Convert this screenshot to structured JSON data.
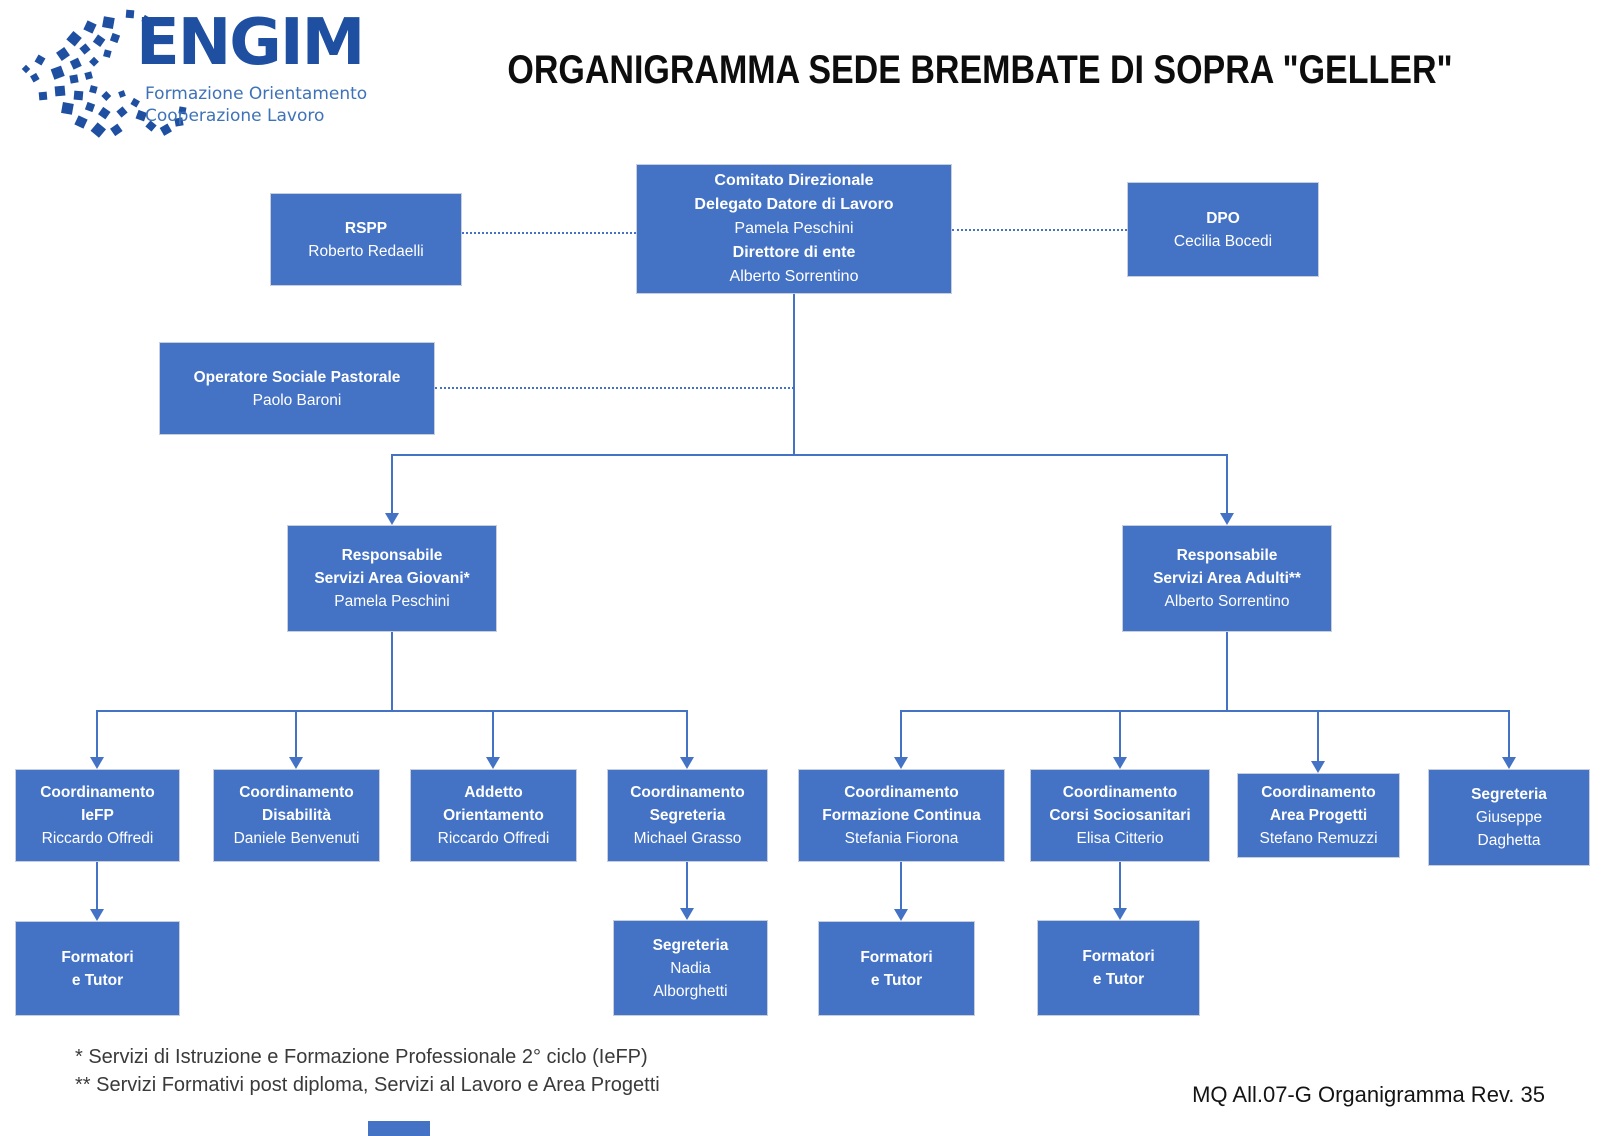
{
  "logo": {
    "name": "ENGIM",
    "tagline_line1": "Formazione Orientamento",
    "tagline_line2": "Cooperazione Lavoro"
  },
  "title": "ORGANIGRAMMA SEDE BREMBATE DI SOPRA \"GELLER\"",
  "colors": {
    "box_fill": "#4472C4",
    "connector": "#4472C4",
    "logo_dark_blue": "#1E4FA1",
    "logo_medium_blue": "#3E72B8"
  },
  "boxes": {
    "comitato": {
      "lines": [
        {
          "text": "Comitato Direzionale",
          "bold": true
        },
        {
          "text": "Delegato Datore di Lavoro",
          "bold": true
        },
        {
          "text": "Pamela Peschini",
          "bold": false
        },
        {
          "text": "Direttore di ente",
          "bold": true
        },
        {
          "text": "Alberto Sorrentino",
          "bold": false
        }
      ]
    },
    "rspp": {
      "lines": [
        {
          "text": "RSPP",
          "bold": true
        },
        {
          "text": "Roberto Redaelli",
          "bold": false
        }
      ]
    },
    "dpo": {
      "lines": [
        {
          "text": "DPO",
          "bold": true
        },
        {
          "text": "Cecilia Bocedi",
          "bold": false
        }
      ]
    },
    "operatore": {
      "lines": [
        {
          "text": "Operatore Sociale Pastorale",
          "bold": true
        },
        {
          "text": "Paolo Baroni",
          "bold": false
        }
      ]
    },
    "resp_giovani": {
      "lines": [
        {
          "text": "Responsabile",
          "bold": true
        },
        {
          "text": "Servizi Area Giovani*",
          "bold": true
        },
        {
          "text": "Pamela Peschini",
          "bold": false
        }
      ]
    },
    "resp_adulti": {
      "lines": [
        {
          "text": "Responsabile",
          "bold": true
        },
        {
          "text": "Servizi Area Adulti**",
          "bold": true
        },
        {
          "text": "Alberto Sorrentino",
          "bold": false
        }
      ]
    },
    "iefp": {
      "lines": [
        {
          "text": "Coordinamento",
          "bold": true
        },
        {
          "text": "IeFP",
          "bold": true
        },
        {
          "text": "Riccardo Offredi",
          "bold": false
        }
      ]
    },
    "disabilita": {
      "lines": [
        {
          "text": "Coordinamento",
          "bold": true
        },
        {
          "text": "Disabilità",
          "bold": true
        },
        {
          "text": "Daniele Benvenuti",
          "bold": false
        }
      ]
    },
    "orientamento": {
      "lines": [
        {
          "text": "Addetto",
          "bold": true
        },
        {
          "text": "Orientamento",
          "bold": true
        },
        {
          "text": "Riccardo Offredi",
          "bold": false
        }
      ]
    },
    "segreteria_g": {
      "lines": [
        {
          "text": "Coordinamento",
          "bold": true
        },
        {
          "text": "Segreteria",
          "bold": true
        },
        {
          "text": "Michael Grasso",
          "bold": false
        }
      ]
    },
    "form_continua": {
      "lines": [
        {
          "text": "Coordinamento",
          "bold": true
        },
        {
          "text": "Formazione Continua",
          "bold": true
        },
        {
          "text": "Stefania Fiorona",
          "bold": false
        }
      ]
    },
    "sociosanitari": {
      "lines": [
        {
          "text": "Coordinamento",
          "bold": true
        },
        {
          "text": "Corsi  Sociosanitari",
          "bold": true
        },
        {
          "text": "Elisa Citterio",
          "bold": false
        }
      ]
    },
    "area_progetti": {
      "lines": [
        {
          "text": "Coordinamento",
          "bold": true
        },
        {
          "text": "Area Progetti",
          "bold": true
        },
        {
          "text": "Stefano Remuzzi",
          "bold": false
        }
      ]
    },
    "segreteria_a": {
      "lines": [
        {
          "text": "Segreteria",
          "bold": true
        },
        {
          "text": "Giuseppe",
          "bold": false
        },
        {
          "text": "Daghetta",
          "bold": false
        }
      ]
    },
    "formatori1": {
      "lines": [
        {
          "text": "Formatori",
          "bold": true
        },
        {
          "text": "e Tutor",
          "bold": true
        }
      ]
    },
    "segreteria_nadia": {
      "lines": [
        {
          "text": "Segreteria",
          "bold": true
        },
        {
          "text": "Nadia",
          "bold": false
        },
        {
          "text": "Alborghetti",
          "bold": false
        }
      ]
    },
    "formatori2": {
      "lines": [
        {
          "text": "Formatori",
          "bold": true
        },
        {
          "text": "e Tutor",
          "bold": true
        }
      ]
    },
    "formatori3": {
      "lines": [
        {
          "text": "Formatori",
          "bold": true
        },
        {
          "text": "e Tutor",
          "bold": true
        }
      ]
    }
  },
  "footnotes": [
    "* Servizi di Istruzione e Formazione Professionale 2° ciclo (IeFP)",
    "** Servizi Formativi post diploma, Servizi al Lavoro e Area Progetti"
  ],
  "doc_ref": "MQ All.07-G Organigramma Rev. 35"
}
